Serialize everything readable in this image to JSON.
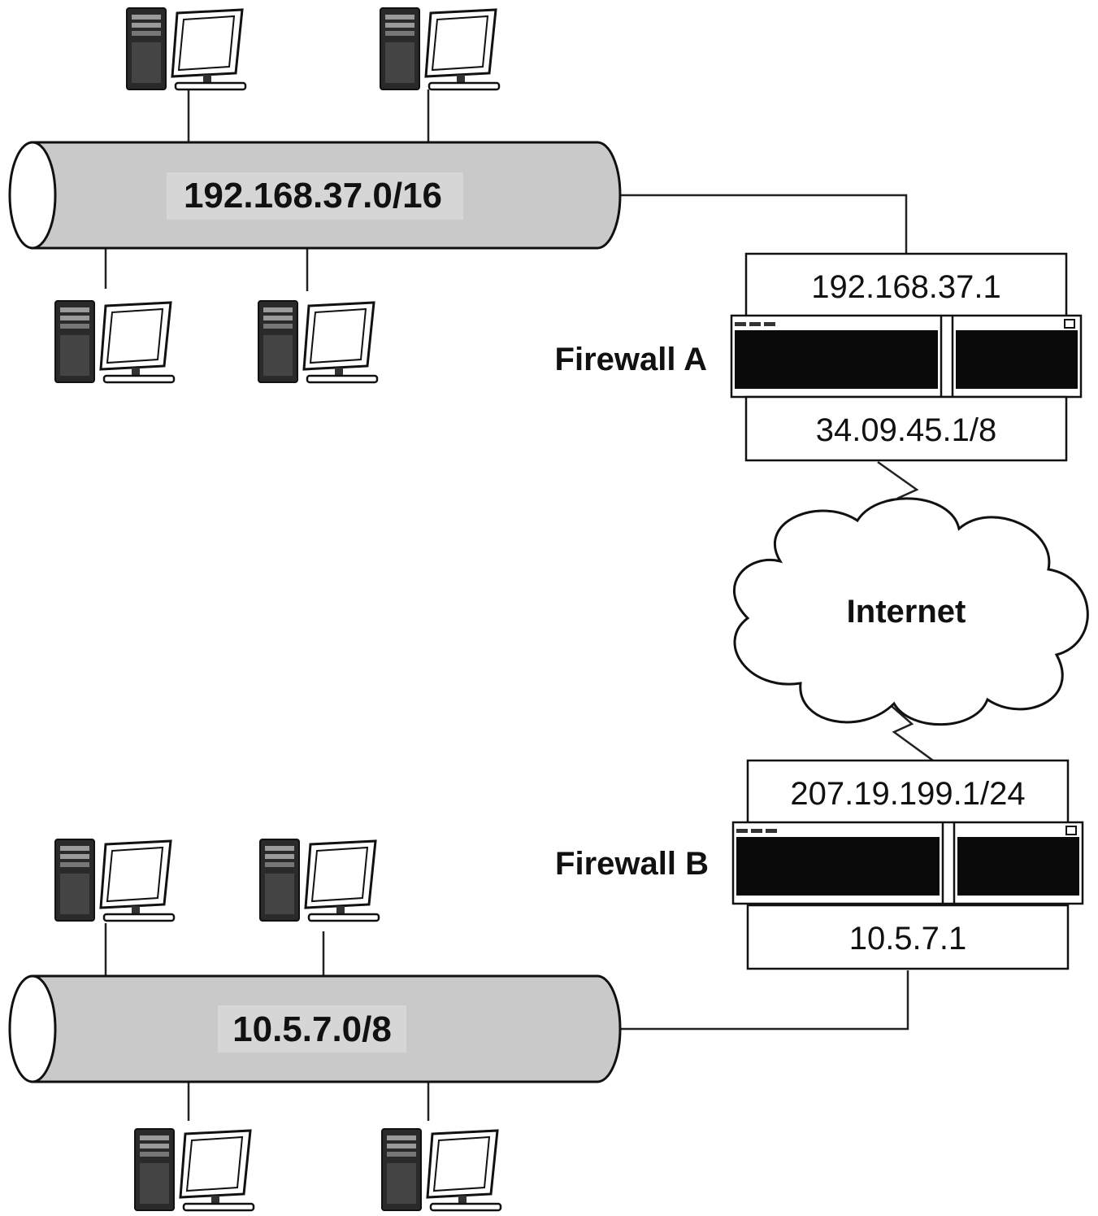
{
  "networks": {
    "top": {
      "cidr": "192.168.37.0/16"
    },
    "bottom": {
      "cidr": "10.5.7.0/8"
    }
  },
  "firewalls": {
    "a": {
      "name": "Firewall A",
      "internal_ip": "192.168.37.1",
      "external_ip": "34.09.45.1/8"
    },
    "b": {
      "name": "Firewall B",
      "external_ip": "207.19.199.1/24",
      "internal_ip": "10.5.7.1"
    }
  },
  "cloud": {
    "label": "Internet"
  },
  "icons": {
    "workstation": "workstation-icon",
    "firewall": "firewall-icon",
    "cloud": "cloud-icon",
    "link": "lightning-bolt-icon"
  }
}
